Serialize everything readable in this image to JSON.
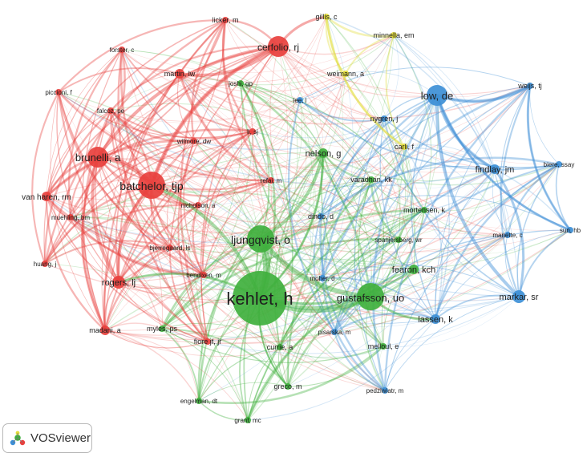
{
  "app": {
    "name": "VOSviewer"
  },
  "palette": {
    "red": "#e8403d",
    "green": "#3fb03d",
    "blue": "#3d8fd6",
    "yellow": "#e3dd3a"
  },
  "nodes": [
    {
      "id": "kehlet",
      "label": "kehlet, h",
      "cluster": "green",
      "weight": 10
    },
    {
      "id": "ljungqvist",
      "label": "ljungqvist, o",
      "cluster": "green",
      "weight": 6
    },
    {
      "id": "gustafsson",
      "label": "gustafsson, uo",
      "cluster": "green",
      "weight": 6
    },
    {
      "id": "nelson",
      "label": "nelson, g",
      "cluster": "green",
      "weight": 2
    },
    {
      "id": "varadhan",
      "label": "varadhan, kk",
      "cluster": "green",
      "weight": 1
    },
    {
      "id": "mortensen",
      "label": "mortensen, k",
      "cluster": "green",
      "weight": 1
    },
    {
      "id": "spanjersberg",
      "label": "spanjersberg, wr",
      "cluster": "green",
      "weight": 1
    },
    {
      "id": "fearon",
      "label": "fearon, kch",
      "cluster": "green",
      "weight": 2
    },
    {
      "id": "currie",
      "label": "currie, a",
      "cluster": "green",
      "weight": 1
    },
    {
      "id": "greco",
      "label": "greco, m",
      "cluster": "green",
      "weight": 1
    },
    {
      "id": "engelman",
      "label": "engelman, dt",
      "cluster": "green",
      "weight": 1
    },
    {
      "id": "grant",
      "label": "grant, mc",
      "cluster": "green",
      "weight": 1
    },
    {
      "id": "myles",
      "label": "myles, ps",
      "cluster": "green",
      "weight": 1
    },
    {
      "id": "joshi",
      "label": "joshi, gp",
      "cluster": "green",
      "weight": 1
    },
    {
      "id": "melloul",
      "label": "melloul, e",
      "cluster": "green",
      "weight": 1
    },
    {
      "id": "cerfolio",
      "label": "cerfolio, rj",
      "cluster": "red",
      "weight": 5
    },
    {
      "id": "batchelor",
      "label": "batchelor, tjp",
      "cluster": "red",
      "weight": 6
    },
    {
      "id": "brunelli",
      "label": "brunelli, a",
      "cluster": "red",
      "weight": 5
    },
    {
      "id": "licker",
      "label": "licker, m",
      "cluster": "red",
      "weight": 1
    },
    {
      "id": "forster",
      "label": "forster, c",
      "cluster": "red",
      "weight": 1
    },
    {
      "id": "martin",
      "label": "martin, lw",
      "cluster": "red",
      "weight": 2
    },
    {
      "id": "piccioni",
      "label": "piccioni, f",
      "cluster": "red",
      "weight": 1
    },
    {
      "id": "falcoz",
      "label": "falcoz, pe",
      "cluster": "red",
      "weight": 1
    },
    {
      "id": "wilmore",
      "label": "wilmore, dw",
      "cluster": "red",
      "weight": 1
    },
    {
      "id": "lisj",
      "label": "li, sj",
      "cluster": "red",
      "weight": 1
    },
    {
      "id": "refai",
      "label": "refai, m",
      "cluster": "red",
      "weight": 1
    },
    {
      "id": "vanharen",
      "label": "van haren, rm",
      "cluster": "red",
      "weight": 2
    },
    {
      "id": "nicholson",
      "label": "nicholson, a",
      "cluster": "red",
      "weight": 1
    },
    {
      "id": "muehling",
      "label": "muehling, bm",
      "cluster": "red",
      "weight": 1
    },
    {
      "id": "bjerregaard",
      "label": "bjerregaard, ls",
      "cluster": "red",
      "weight": 1
    },
    {
      "id": "huang",
      "label": "huang, j",
      "cluster": "red",
      "weight": 1
    },
    {
      "id": "rogers",
      "label": "rogers, lj",
      "cluster": "red",
      "weight": 3
    },
    {
      "id": "bendixen",
      "label": "bendixen, m",
      "cluster": "red",
      "weight": 1
    },
    {
      "id": "madani",
      "label": "madani, a",
      "cluster": "red",
      "weight": 2
    },
    {
      "id": "fiore",
      "label": "fiore jf, jr",
      "cluster": "red",
      "weight": 1
    },
    {
      "id": "low",
      "label": "low, de",
      "cluster": "blue",
      "weight": 5
    },
    {
      "id": "weijs",
      "label": "weijs, tj",
      "cluster": "blue",
      "weight": 1
    },
    {
      "id": "lee",
      "label": "lee, l",
      "cluster": "blue",
      "weight": 1
    },
    {
      "id": "nygren",
      "label": "nygren, j",
      "cluster": "blue",
      "weight": 1
    },
    {
      "id": "findlay",
      "label": "findlay, jm",
      "cluster": "blue",
      "weight": 2
    },
    {
      "id": "biere",
      "label": "biere, ssay",
      "cluster": "blue",
      "weight": 1
    },
    {
      "id": "sun",
      "label": "sun, hb",
      "cluster": "blue",
      "weight": 1
    },
    {
      "id": "mariette",
      "label": "mariette, c",
      "cluster": "blue",
      "weight": 1
    },
    {
      "id": "dindo",
      "label": "dindo, d",
      "cluster": "blue",
      "weight": 1
    },
    {
      "id": "markar",
      "label": "markar, sr",
      "cluster": "blue",
      "weight": 3
    },
    {
      "id": "lassen",
      "label": "lassen, k",
      "cluster": "blue",
      "weight": 2
    },
    {
      "id": "mohler",
      "label": "moher, d",
      "cluster": "blue",
      "weight": 1
    },
    {
      "id": "pisarska",
      "label": "pisarska, m",
      "cluster": "blue",
      "weight": 1
    },
    {
      "id": "pedziwiatr",
      "label": "pedziwiatr, m",
      "cluster": "blue",
      "weight": 1
    },
    {
      "id": "gillis",
      "label": "gillis, c",
      "cluster": "yellow",
      "weight": 1
    },
    {
      "id": "minnella",
      "label": "minnella, em",
      "cluster": "yellow",
      "weight": 1
    },
    {
      "id": "weimann",
      "label": "weimann, a",
      "cluster": "yellow",
      "weight": 1
    },
    {
      "id": "carli",
      "label": "carli, f",
      "cluster": "yellow",
      "weight": 1
    }
  ]
}
